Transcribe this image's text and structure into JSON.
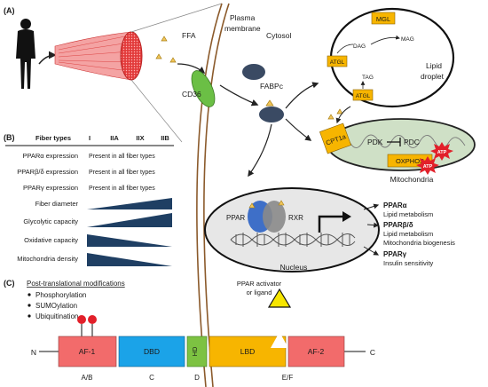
{
  "panel_a": {
    "label": "(A)",
    "ffa": "FFA",
    "plasma_membrane": [
      "Plasma",
      "membrane"
    ],
    "cytosol": "Cytosol",
    "cd36": "CD36",
    "fabpc": "FABPc",
    "mgl": "MGL",
    "atgl": "ATGL",
    "dag": "DAG",
    "mag": "MAG",
    "tag": "TAG",
    "lipid_droplet": [
      "Lipid",
      "droplet"
    ],
    "cpt1a": "CPT1a",
    "pdk": "PDK",
    "pdc": "PDC",
    "oxphos": "OXPHOS",
    "atp": "ATP",
    "mitochondria": "Mitochondria",
    "ppar": "PPAR",
    "rxr": "RXR",
    "nucleus": "Nucleus",
    "targets": [
      {
        "title": "PPARα",
        "lines": [
          "Lipid metabolism"
        ]
      },
      {
        "title": "PPARβ/δ",
        "lines": [
          "Lipid metabolism",
          "Mitochondria biogenesis"
        ]
      },
      {
        "title": "PPARγ",
        "lines": [
          "Insulin sensitivity"
        ]
      }
    ]
  },
  "panel_b": {
    "label": "(B)",
    "header": "Fiber types",
    "fiber_types": [
      "I",
      "IIA",
      "IIX",
      "IIB"
    ],
    "rows": [
      {
        "label": "PPARα  expression",
        "text": "Present in all fiber types"
      },
      {
        "label": "PPARβ/δ  expression",
        "text": "Present in all fiber types"
      },
      {
        "label": "PPARγ  expression",
        "text": "Present in all fiber types"
      },
      {
        "label": "Fiber diameter",
        "trend": "increasing"
      },
      {
        "label": "Glycolytic capacity",
        "trend": "increasing"
      },
      {
        "label": "Oxidative capacity",
        "trend": "decreasing"
      },
      {
        "label": "Mitochondria density",
        "trend": "decreasing"
      }
    ]
  },
  "panel_c": {
    "label": "(C)",
    "ptm_title": "Post-translational modifications",
    "ptm_items": [
      "Phosphorylation",
      "SUMOylation",
      "Ubiquitination"
    ],
    "activator": [
      "PPAR activator",
      "or ligand"
    ],
    "n_term": "N",
    "c_term": "C",
    "domains": [
      {
        "name": "AF-1",
        "color": "#f26b6b",
        "region": "A/B"
      },
      {
        "name": "DBD",
        "color": "#1ba3e8",
        "region": "C"
      },
      {
        "name": "HD",
        "color": "#7dc242",
        "region": "D"
      },
      {
        "name": "LBD",
        "color": "#f7b500",
        "region": "E/F"
      },
      {
        "name": "AF-2",
        "color": "#f26b6b",
        "region": ""
      }
    ]
  },
  "colors": {
    "membrane": "#c9a27a",
    "mito_fill": "#cfe0c6",
    "nucleus_fill": "#e7e7e7",
    "enzyme_box": "#f7b500",
    "ffa_triangle": "#f1c65a",
    "cd36": "#6bbf45",
    "fabpc": "#3a4a63",
    "ppar_blue": "#3e6fc8",
    "rxr_gray": "#8a8a8a",
    "wedge": "#1f3f63"
  }
}
